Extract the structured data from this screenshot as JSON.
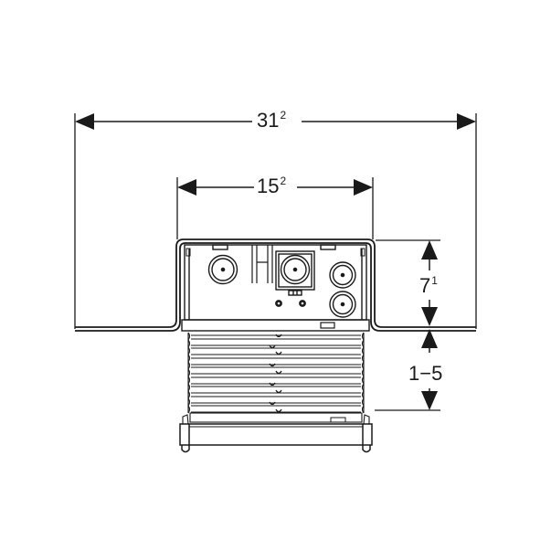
{
  "diagram": {
    "type": "technical-dimension-drawing",
    "subject": "installation box with sliding plate extension",
    "dimensions": {
      "overall_width": {
        "value": "31",
        "superscript": "2",
        "orientation": "horizontal"
      },
      "box_width": {
        "value": "15",
        "superscript": "2",
        "orientation": "horizontal"
      },
      "box_depth": {
        "value": "7",
        "superscript": "1",
        "orientation": "vertical"
      },
      "adjustment_range": {
        "value": "1−5",
        "superscript": "",
        "orientation": "vertical"
      }
    },
    "colors": {
      "line": "#1a1a1a",
      "background": "#ffffff"
    }
  }
}
